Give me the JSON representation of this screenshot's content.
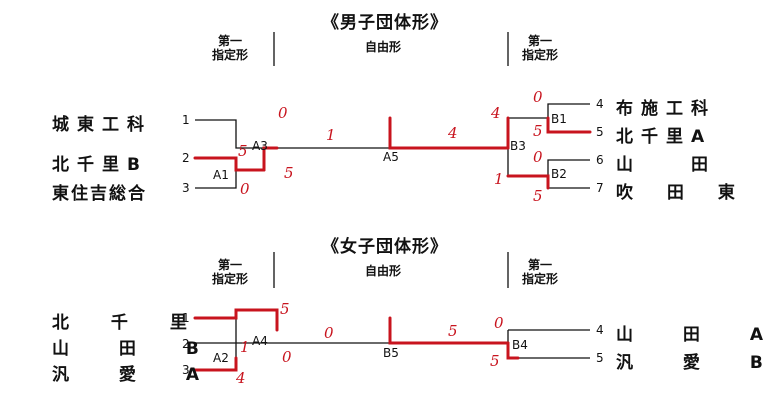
{
  "men": {
    "title": "《男子団体形》",
    "left_header": "第一\n指定形",
    "center_header": "自由形",
    "right_header": "第一\n指定形",
    "left_teams": [
      {
        "seed": "1",
        "name": "城東工科"
      },
      {
        "seed": "2",
        "name": "北千里B"
      },
      {
        "seed": "3",
        "name": "東住吉総合"
      }
    ],
    "right_teams": [
      {
        "seed": "4",
        "name": "布施工科"
      },
      {
        "seed": "5",
        "name": "北千里A"
      },
      {
        "seed": "6",
        "name": "山　　田"
      },
      {
        "seed": "7",
        "name": "吹 田 東"
      }
    ],
    "matches": {
      "A1": "A1",
      "A3": "A3",
      "A5": "A5",
      "B1": "B1",
      "B2": "B2",
      "B3": "B3"
    },
    "scores": {
      "a1_top": "5",
      "a1_bottom": "0",
      "a3_top": "0",
      "a3_bottom": "5",
      "a5_left": "1",
      "a5_right": "4",
      "b1_top": "0",
      "b1_bottom": "5",
      "b2_top": "0",
      "b2_bottom": "5",
      "b3_top": "4",
      "b3_bottom": "1"
    }
  },
  "women": {
    "title": "《女子団体形》",
    "left_header": "第一\n指定形",
    "center_header": "自由形",
    "right_header": "第一\n指定形",
    "left_teams": [
      {
        "seed": "1",
        "name": "北 千 里"
      },
      {
        "seed": "2",
        "name": "山 田 B"
      },
      {
        "seed": "3",
        "name": "汎 愛 A"
      }
    ],
    "right_teams": [
      {
        "seed": "4",
        "name": "山 田 A"
      },
      {
        "seed": "5",
        "name": "汎 愛 B"
      }
    ],
    "matches": {
      "A2": "A2",
      "A4": "A4",
      "B4": "B4",
      "B5": "B5"
    },
    "scores": {
      "a2_top": "1",
      "a2_bottom": "4",
      "a4_top": "5",
      "a4_bottom": "0",
      "b5_left": "0",
      "b5_right": "5",
      "b4_top": "0",
      "b4_bottom": "5"
    }
  },
  "colors": {
    "line": "#111111",
    "winner": "#c8141e"
  }
}
